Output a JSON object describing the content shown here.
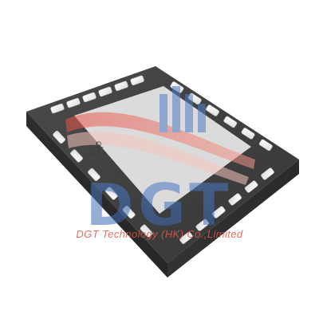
{
  "photo": {
    "subject": "qfn-chip-package",
    "colors": {
      "body": "#3a3a3a",
      "top_face": "#3c3c3c",
      "pad_top": "#f4f4f4",
      "pad_side": "#b9b9b9",
      "background": "#ffffff"
    }
  },
  "watermark": {
    "company": "DGT Technology (HK) Co.,Limited",
    "logo_text": "DGT",
    "colors": {
      "blue": "#4f7ec8",
      "red": "#e25b4a",
      "caption": "#e0554a"
    }
  }
}
